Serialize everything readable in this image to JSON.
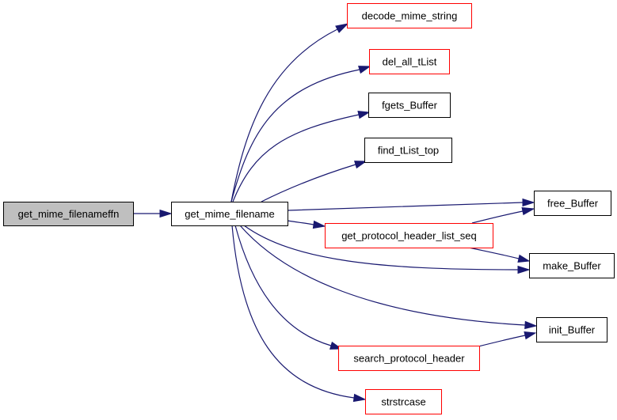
{
  "graph": {
    "colors": {
      "edge": "#191970",
      "node_border_normal": "#000000",
      "node_border_external": "#ff0000",
      "focus_fill": "#bfbfbf",
      "node_fill": "#ffffff"
    },
    "nodes": [
      {
        "id": "get_mime_filenameffn",
        "label": "get_mime_filenameffn",
        "style": "focus"
      },
      {
        "id": "get_mime_filename",
        "label": "get_mime_filename",
        "style": "normal"
      },
      {
        "id": "decode_mime_string",
        "label": "decode_mime_string",
        "style": "external"
      },
      {
        "id": "del_all_tList",
        "label": "del_all_tList",
        "style": "external"
      },
      {
        "id": "fgets_Buffer",
        "label": "fgets_Buffer",
        "style": "normal"
      },
      {
        "id": "find_tList_top",
        "label": "find_tList_top",
        "style": "normal"
      },
      {
        "id": "free_Buffer",
        "label": "free_Buffer",
        "style": "normal"
      },
      {
        "id": "get_protocol_header_list_seq",
        "label": "get_protocol_header_list_seq",
        "style": "external"
      },
      {
        "id": "make_Buffer",
        "label": "make_Buffer",
        "style": "normal"
      },
      {
        "id": "init_Buffer",
        "label": "init_Buffer",
        "style": "normal"
      },
      {
        "id": "search_protocol_header",
        "label": "search_protocol_header",
        "style": "external"
      },
      {
        "id": "strstrcase",
        "label": "strstrcase",
        "style": "external"
      }
    ],
    "edges": [
      {
        "from": "get_mime_filenameffn",
        "to": "get_mime_filename"
      },
      {
        "from": "get_mime_filename",
        "to": "decode_mime_string"
      },
      {
        "from": "get_mime_filename",
        "to": "del_all_tList"
      },
      {
        "from": "get_mime_filename",
        "to": "fgets_Buffer"
      },
      {
        "from": "get_mime_filename",
        "to": "find_tList_top"
      },
      {
        "from": "get_mime_filename",
        "to": "free_Buffer"
      },
      {
        "from": "get_mime_filename",
        "to": "get_protocol_header_list_seq"
      },
      {
        "from": "get_mime_filename",
        "to": "make_Buffer"
      },
      {
        "from": "get_mime_filename",
        "to": "init_Buffer"
      },
      {
        "from": "get_mime_filename",
        "to": "search_protocol_header"
      },
      {
        "from": "get_mime_filename",
        "to": "strstrcase"
      },
      {
        "from": "get_protocol_header_list_seq",
        "to": "free_Buffer"
      },
      {
        "from": "get_protocol_header_list_seq",
        "to": "make_Buffer"
      },
      {
        "from": "search_protocol_header",
        "to": "init_Buffer"
      }
    ]
  }
}
